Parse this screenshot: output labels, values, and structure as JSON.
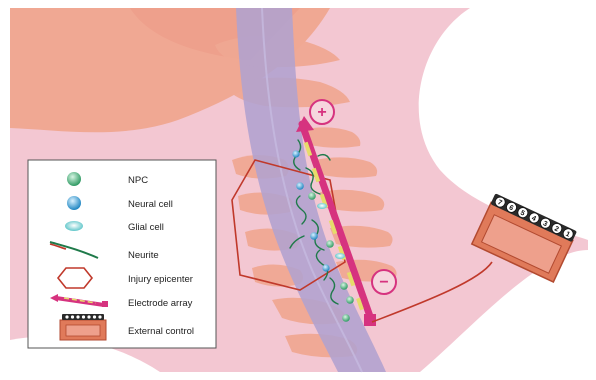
{
  "colors": {
    "background_pink": "#f3c7d2",
    "skin": "#f0a893",
    "spinal_cord": "#b0a2cf",
    "electrode": "#d6337f",
    "electrode_pad": "#e6dc6a",
    "npc": "#5cbb8a",
    "neural_cell": "#3ba6d8",
    "glial_cell": "#7dd2d4",
    "neurite": "#1f7a4a",
    "injury_outline": "#c0392b",
    "controller_box": "#e07a5a",
    "controller_dots": "#222222"
  },
  "markers": {
    "positive": "+",
    "negative": "−"
  },
  "controller": {
    "channels": [
      "7",
      "6",
      "5",
      "4",
      "3",
      "2",
      "1"
    ]
  },
  "legend": {
    "items": [
      {
        "id": "npc",
        "label": "NPC",
        "icon": "green-sphere-icon"
      },
      {
        "id": "neural",
        "label": "Neural cell",
        "icon": "blue-cell-icon"
      },
      {
        "id": "glial",
        "label": "Glial cell",
        "icon": "teal-oval-icon"
      },
      {
        "id": "neurite",
        "label": "Neurite",
        "icon": "neurite-line-icon"
      },
      {
        "id": "injury",
        "label": "Injury epicenter",
        "icon": "hexagon-icon"
      },
      {
        "id": "electrode",
        "label": "Electrode array",
        "icon": "electrode-strip-icon"
      },
      {
        "id": "control",
        "label": "External control",
        "icon": "control-box-icon"
      }
    ]
  }
}
